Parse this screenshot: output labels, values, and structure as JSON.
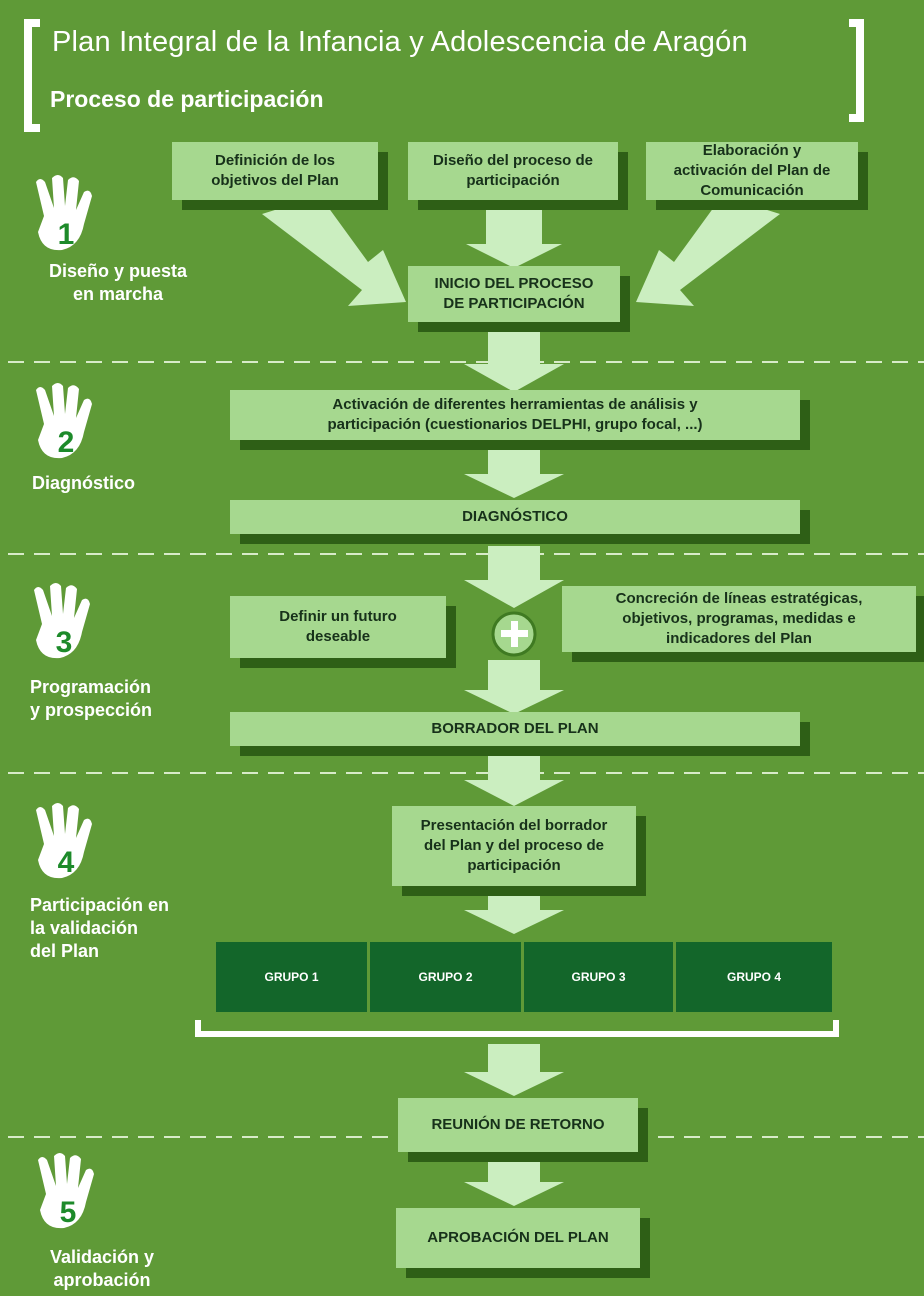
{
  "header": {
    "title": "Plan Integral de la Infancia y Adolescencia de Aragón",
    "subtitle": "Proceso de participación"
  },
  "phases": [
    {
      "number": "1",
      "label_lines": [
        "Diseño y puesta",
        "en marcha"
      ]
    },
    {
      "number": "2",
      "label_lines": [
        "Diagnóstico"
      ]
    },
    {
      "number": "3",
      "label_lines": [
        "Programación",
        "y prospección"
      ]
    },
    {
      "number": "4",
      "label_lines": [
        "Participación en",
        "la validación",
        "del Plan"
      ]
    },
    {
      "number": "5",
      "label_lines": [
        "Validación y",
        "aprobación"
      ]
    }
  ],
  "boxes": {
    "objetivos": [
      "Definición de los",
      "objetivos del Plan"
    ],
    "diseno": [
      "Diseño del proceso de",
      "participación"
    ],
    "comunicacion": [
      "Elaboración y",
      "activación del Plan de",
      "Comunicación"
    ],
    "inicio": [
      "INICIO DEL PROCESO",
      "DE PARTICIPACIÓN"
    ],
    "herramientas": [
      "Activación de diferentes herramientas de análisis y",
      "participación (cuestionarios DELPHI, grupo focal, ...)"
    ],
    "diagnostico": [
      "DIAGNÓSTICO"
    ],
    "futuro": [
      "Definir un futuro",
      "deseable"
    ],
    "concrecion": [
      "Concreción de líneas estratégicas,",
      "objetivos, programas, medidas e",
      "indicadores del Plan"
    ],
    "borrador": [
      "BORRADOR DEL PLAN"
    ],
    "presentacion": [
      "Presentación del borrador",
      "del Plan y del proceso de",
      "participación"
    ],
    "retorno": [
      "REUNIÓN DE RETORNO"
    ],
    "aprobacion": [
      "APROBACIÓN DEL PLAN"
    ]
  },
  "groups": [
    "GRUPO 1",
    "GRUPO 2",
    "GRUPO 3",
    "GRUPO 4"
  ],
  "plus_symbol": "+",
  "colors": {
    "background": "#5f9a37",
    "box_fill": "#a6d88f",
    "box_shadow": "#2e5f16",
    "arrow": "#cbeec0",
    "group_fill": "#13662a",
    "number_green": "#1d8a2a",
    "white": "#ffffff"
  }
}
